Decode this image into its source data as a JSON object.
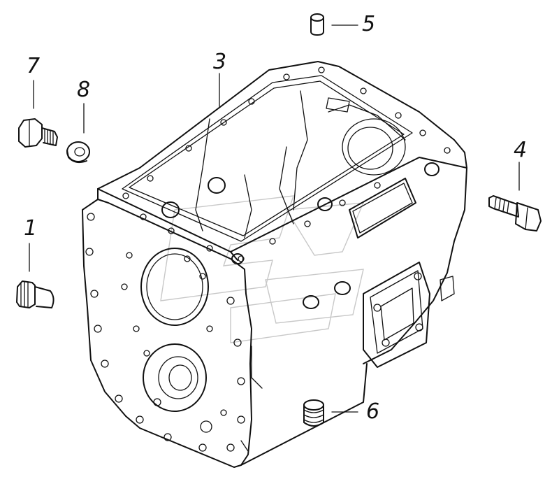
{
  "diagram": {
    "line_color": "#111111",
    "callouts": [
      {
        "id": "1",
        "label": "1"
      },
      {
        "id": "3",
        "label": "3"
      },
      {
        "id": "4",
        "label": "4"
      },
      {
        "id": "5",
        "label": "5"
      },
      {
        "id": "6",
        "label": "6"
      },
      {
        "id": "7",
        "label": "7"
      },
      {
        "id": "8",
        "label": "8"
      }
    ]
  }
}
